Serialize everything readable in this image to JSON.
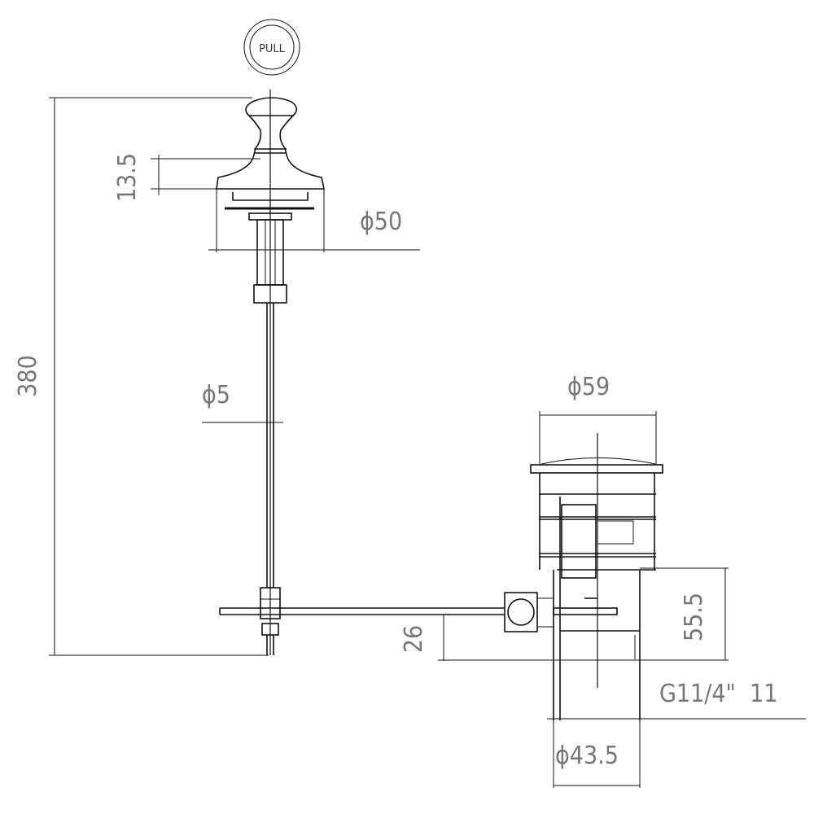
{
  "drawing": {
    "button_label": "PULL",
    "dimensions": {
      "overall_height": "380",
      "knob_height": "13.5",
      "knob_diameter": "ϕ50",
      "rod_diameter": "ϕ5",
      "cap_diameter": "ϕ59",
      "lever_offset": "26",
      "body_height": "55.5",
      "thread": "G11/4\"  11",
      "thread_diameter": "ϕ43.5"
    },
    "line_color": "#111111",
    "text_color": "#777777"
  }
}
